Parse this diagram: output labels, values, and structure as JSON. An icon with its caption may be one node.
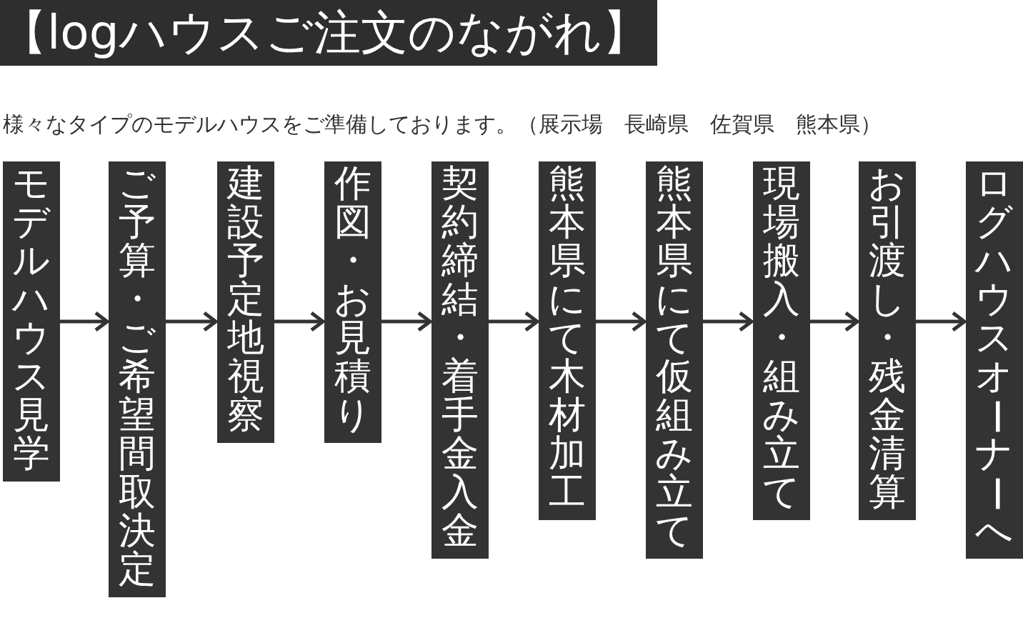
{
  "diagram": {
    "title": "【logハウスご注文のながれ】",
    "labels": [
      "様々なタイプのモデルハウスをご準備しております。（展示場　長崎県　佐賀県　熊本県）"
    ],
    "nodes": [
      {
        "text": [
          "モデルハウス見学"
        ]
      },
      {
        "text": [
          "ご予算・ご希望間取決定"
        ]
      },
      {
        "text": [
          "建設予定地視察"
        ]
      },
      {
        "text": [
          "作図・お見積り"
        ]
      },
      {
        "text": [
          "契約締結・着手金入金"
        ]
      },
      {
        "text": [
          "熊本県にて木材加工"
        ]
      },
      {
        "text": [
          "熊本県にて仮組み立て"
        ]
      },
      {
        "text": [
          "現場搬入・組み立て"
        ]
      },
      {
        "text": [
          "お引渡し・残金清算"
        ]
      },
      {
        "text": [
          "ログハウスオーナーへ"
        ]
      }
    ],
    "edges": [
      {
        "from": 0,
        "to": 1,
        "arrow": "to"
      },
      {
        "from": 1,
        "to": 2,
        "arrow": "to"
      },
      {
        "from": 2,
        "to": 3,
        "arrow": "to"
      },
      {
        "from": 3,
        "to": 4,
        "arrow": "to"
      },
      {
        "from": 4,
        "to": 5,
        "arrow": "to"
      },
      {
        "from": 5,
        "to": 6,
        "arrow": "to"
      },
      {
        "from": 6,
        "to": 7,
        "arrow": "to"
      },
      {
        "from": 7,
        "to": 8,
        "arrow": "to"
      },
      {
        "from": 8,
        "to": 9,
        "arrow": "to"
      }
    ]
  }
}
